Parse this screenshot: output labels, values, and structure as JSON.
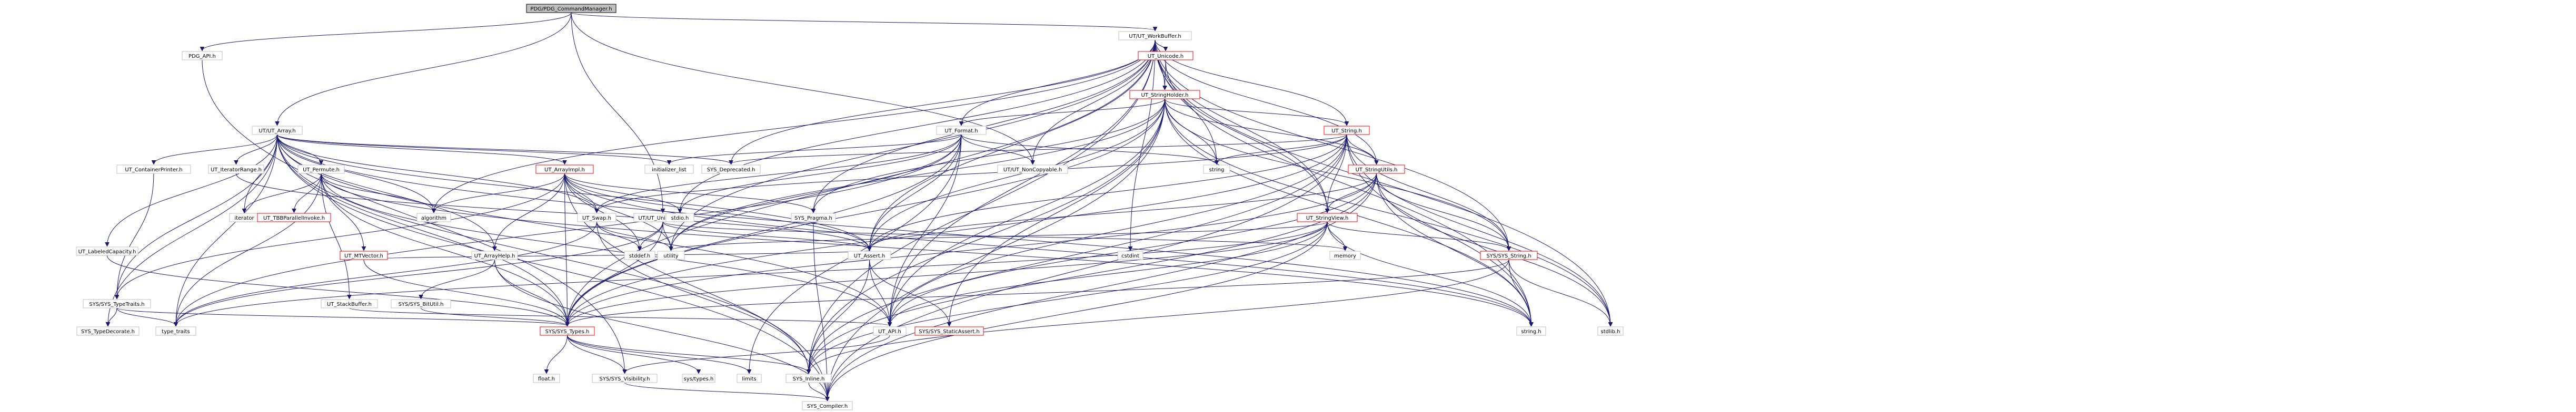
{
  "diagram": {
    "kind": "include-dependency-graph",
    "colors": {
      "root_fill": "#bfbfbf",
      "node_border": "#bfbfbf",
      "red_node_border": "#ff0000",
      "edge": "#191970"
    },
    "nodes": [
      {
        "id": "pdg_cm",
        "label": "PDG/PDG_CommandManager.h",
        "root": true
      },
      {
        "id": "pdg_api",
        "label": "PDG_API.h"
      },
      {
        "id": "ut_array",
        "label": "UT/UT_Array.h"
      },
      {
        "id": "ut_workbuffer",
        "label": "UT/UT_WorkBuffer.h"
      },
      {
        "id": "ut_unicode",
        "label": "UT_Unicode.h",
        "red": true
      },
      {
        "id": "ut_stringholder",
        "label": "UT_StringHolder.h",
        "red": true
      },
      {
        "id": "ut_format",
        "label": "UT_Format.h"
      },
      {
        "id": "ut_string",
        "label": "UT_String.h",
        "red": true
      },
      {
        "id": "ut_stringutils",
        "label": "UT_StringUtils.h",
        "red": true
      },
      {
        "id": "ut_stringview",
        "label": "UT_StringView.h",
        "red": true
      },
      {
        "id": "ut_noncopyable",
        "label": "UT/UT_NonCopyable.h"
      },
      {
        "id": "sys_deprecated",
        "label": "SYS_Deprecated.h"
      },
      {
        "id": "initializer_list",
        "label": "initializer_list"
      },
      {
        "id": "string",
        "label": "string"
      },
      {
        "id": "ut_containerprinter",
        "label": "UT_ContainerPrinter.h"
      },
      {
        "id": "ut_iteratorrange",
        "label": "UT_IteratorRange.h"
      },
      {
        "id": "ut_permute",
        "label": "UT_Permute.h"
      },
      {
        "id": "ut_arrayimpl",
        "label": "UT_ArrayImpl.h",
        "red": true
      },
      {
        "id": "ut_uniqueptr",
        "label": "UT/UT_UniquePtr.h"
      },
      {
        "id": "ut_labeledcapacity",
        "label": "UT_LabeledCapacity.h"
      },
      {
        "id": "iterator",
        "label": "iterator"
      },
      {
        "id": "ut_tbbparallelinvoke",
        "label": "UT_TBBParallelInvoke.h",
        "red": true
      },
      {
        "id": "ut_mtvector",
        "label": "UT_MTVector.h",
        "red": true
      },
      {
        "id": "algorithm",
        "label": "algorithm"
      },
      {
        "id": "ut_arrayhelp",
        "label": "UT_ArrayHelp.h"
      },
      {
        "id": "ut_swap",
        "label": "UT_Swap.h"
      },
      {
        "id": "stdio",
        "label": "stdio.h"
      },
      {
        "id": "sys_pragma",
        "label": "SYS_Pragma.h"
      },
      {
        "id": "ut_stackbuffer",
        "label": "UT_StackBuffer.h"
      },
      {
        "id": "sys_bitutil",
        "label": "SYS/SYS_BitUtil.h"
      },
      {
        "id": "stddef",
        "label": "stddef.h"
      },
      {
        "id": "utility",
        "label": "utility"
      },
      {
        "id": "ut_assert",
        "label": "UT_Assert.h"
      },
      {
        "id": "cstdint",
        "label": "cstdint"
      },
      {
        "id": "memory",
        "label": "memory"
      },
      {
        "id": "sys_string",
        "label": "SYS/SYS_String.h",
        "red": true
      },
      {
        "id": "sys_typetraits",
        "label": "SYS/SYS_TypeTraits.h"
      },
      {
        "id": "sys_typedecorate",
        "label": "SYS_TypeDecorate.h"
      },
      {
        "id": "type_traits",
        "label": "type_traits"
      },
      {
        "id": "sys_types",
        "label": "SYS/SYS_Types.h",
        "red": true
      },
      {
        "id": "ut_api",
        "label": "UT_API.h"
      },
      {
        "id": "sys_staticassert",
        "label": "SYS/SYS_StaticAssert.h",
        "red": true
      },
      {
        "id": "string_h",
        "label": "string.h"
      },
      {
        "id": "stdlib",
        "label": "stdlib.h"
      },
      {
        "id": "float",
        "label": "float.h"
      },
      {
        "id": "sys_visibility",
        "label": "SYS/SYS_Visibility.h"
      },
      {
        "id": "systypes",
        "label": "sys/types.h"
      },
      {
        "id": "limits",
        "label": "limits"
      },
      {
        "id": "sys_inline",
        "label": "SYS_Inline.h"
      },
      {
        "id": "sys_compiler",
        "label": "SYS_Compiler.h"
      }
    ],
    "edges": [
      [
        "pdg_cm",
        "pdg_api"
      ],
      [
        "pdg_cm",
        "ut_array"
      ],
      [
        "pdg_cm",
        "ut_workbuffer"
      ],
      [
        "pdg_cm",
        "ut_uniqueptr"
      ],
      [
        "pdg_cm",
        "ut_noncopyable"
      ],
      [
        "pdg_api",
        "sys_visibility"
      ],
      [
        "ut_array",
        "ut_api"
      ],
      [
        "ut_array",
        "ut_arrayhelp"
      ],
      [
        "ut_array",
        "ut_assert"
      ],
      [
        "ut_array",
        "ut_containerprinter"
      ],
      [
        "ut_array",
        "ut_iteratorrange"
      ],
      [
        "ut_array",
        "ut_labeledcapacity"
      ],
      [
        "ut_array",
        "ut_permute"
      ],
      [
        "ut_array",
        "sys_compiler"
      ],
      [
        "ut_array",
        "sys_deprecated"
      ],
      [
        "ut_array",
        "sys_inline"
      ],
      [
        "ut_array",
        "sys_types"
      ],
      [
        "ut_array",
        "sys_typetraits"
      ],
      [
        "ut_array",
        "sys_typedecorate"
      ],
      [
        "ut_array",
        "algorithm"
      ],
      [
        "ut_array",
        "initializer_list"
      ],
      [
        "ut_array",
        "iterator"
      ],
      [
        "ut_array",
        "type_traits"
      ],
      [
        "ut_array",
        "string_h"
      ],
      [
        "ut_array",
        "ut_arrayimpl"
      ],
      [
        "ut_array",
        "ut_swap"
      ],
      [
        "ut_workbuffer",
        "ut_api"
      ],
      [
        "ut_workbuffer",
        "ut_assert"
      ],
      [
        "ut_workbuffer",
        "ut_format"
      ],
      [
        "ut_workbuffer",
        "ut_noncopyable"
      ],
      [
        "ut_workbuffer",
        "ut_string"
      ],
      [
        "ut_workbuffer",
        "ut_stringholder"
      ],
      [
        "ut_workbuffer",
        "ut_stringutils"
      ],
      [
        "ut_workbuffer",
        "ut_unicode"
      ],
      [
        "ut_workbuffer",
        "ut_stringview"
      ],
      [
        "ut_workbuffer",
        "sys_deprecated"
      ],
      [
        "ut_workbuffer",
        "sys_inline"
      ],
      [
        "ut_workbuffer",
        "sys_pragma"
      ],
      [
        "ut_workbuffer",
        "sys_string"
      ],
      [
        "ut_workbuffer",
        "sys_types"
      ],
      [
        "ut_workbuffer",
        "algorithm"
      ],
      [
        "ut_workbuffer",
        "cstdint"
      ],
      [
        "ut_workbuffer",
        "string"
      ],
      [
        "ut_workbuffer",
        "stdarg"
      ],
      [
        "ut_workbuffer",
        "stdio"
      ],
      [
        "ut_workbuffer",
        "string_h"
      ],
      [
        "ut_workbuffer",
        "utility"
      ],
      [
        "ut_workbuffer",
        "stdlib"
      ],
      [
        "ut_unicode",
        "ut_stringholder"
      ],
      [
        "ut_unicode",
        "ut_stringview"
      ],
      [
        "ut_stringholder",
        "ut_api"
      ],
      [
        "ut_stringholder",
        "ut_assert"
      ],
      [
        "ut_stringholder",
        "ut_format"
      ],
      [
        "ut_stringholder",
        "ut_string"
      ],
      [
        "ut_stringholder",
        "ut_stringutils"
      ],
      [
        "ut_stringholder",
        "sys_compiler"
      ],
      [
        "ut_stringholder",
        "sys_pragma"
      ],
      [
        "ut_stringholder",
        "sys_staticassert"
      ],
      [
        "ut_stringholder",
        "sys_string"
      ],
      [
        "ut_stringholder",
        "sys_types"
      ],
      [
        "ut_stringholder",
        "functional"
      ],
      [
        "ut_stringholder",
        "iosfwd"
      ],
      [
        "ut_stringholder",
        "string"
      ],
      [
        "ut_stringholder",
        "stdlib"
      ],
      [
        "ut_stringholder",
        "string_h"
      ],
      [
        "ut_stringholder",
        "utility"
      ],
      [
        "ut_stringholder",
        "sys_inline"
      ],
      [
        "ut_format",
        "ut_api"
      ],
      [
        "ut_format",
        "ut_assert"
      ],
      [
        "ut_format",
        "ut_noncopyable"
      ],
      [
        "ut_format",
        "sys_types"
      ],
      [
        "ut_format",
        "initializer_list"
      ],
      [
        "ut_format",
        "iosfwd"
      ],
      [
        "ut_format",
        "limits"
      ],
      [
        "ut_format",
        "string"
      ],
      [
        "ut_format",
        "type_traits"
      ],
      [
        "ut_format",
        "utility"
      ],
      [
        "ut_format",
        "ut_swap"
      ],
      [
        "ut_format",
        "stdio"
      ],
      [
        "ut_string",
        "ut_api"
      ],
      [
        "ut_string",
        "ut_assert"
      ],
      [
        "ut_string",
        "ut_stringutils"
      ],
      [
        "ut_string",
        "sys_compiler"
      ],
      [
        "ut_string",
        "sys_deprecated"
      ],
      [
        "ut_string",
        "sys_inline"
      ],
      [
        "ut_string",
        "sys_string"
      ],
      [
        "ut_string",
        "sys_types"
      ],
      [
        "ut_string",
        "ut_stringview"
      ],
      [
        "ut_string",
        "iosfwd"
      ],
      [
        "ut_string",
        "string"
      ],
      [
        "ut_string",
        "stdlib"
      ],
      [
        "ut_string",
        "string_h"
      ],
      [
        "ut_string",
        "ut_swap"
      ],
      [
        "ut_stringutils",
        "ut_api"
      ],
      [
        "ut_stringutils",
        "ut_assert"
      ],
      [
        "ut_stringutils",
        "sys_compiler"
      ],
      [
        "ut_stringutils",
        "sys_inline"
      ],
      [
        "ut_stringutils",
        "sys_string"
      ],
      [
        "ut_stringutils",
        "sys_types"
      ],
      [
        "ut_stringutils",
        "ut_stringview"
      ],
      [
        "ut_stringutils",
        "string_h"
      ],
      [
        "ut_stringutils",
        "stdlib"
      ],
      [
        "ut_stringview",
        "ut_api"
      ],
      [
        "ut_stringview",
        "sys_compiler"
      ],
      [
        "ut_stringview",
        "sys_inline"
      ],
      [
        "ut_stringview",
        "sys_string"
      ],
      [
        "ut_stringview",
        "sys_types"
      ],
      [
        "ut_stringview",
        "iosfwd"
      ],
      [
        "ut_stringview",
        "memory"
      ],
      [
        "ut_stringview",
        "string_h"
      ],
      [
        "ut_stringview",
        "type_traits"
      ],
      [
        "ut_stringview",
        "utility"
      ],
      [
        "ut_containerprinter",
        "sys_typetraits"
      ],
      [
        "ut_iteratorrange",
        "ut_assert"
      ],
      [
        "ut_permute",
        "ut_api"
      ],
      [
        "ut_permute",
        "ut_mtvector"
      ],
      [
        "ut_permute",
        "ut_stackbuffer"
      ],
      [
        "ut_permute",
        "ut_tbbparallelinvoke"
      ],
      [
        "ut_permute",
        "sys_types"
      ],
      [
        "ut_permute",
        "algorithm"
      ],
      [
        "ut_permute",
        "iterator"
      ],
      [
        "ut_permute",
        "type_traits"
      ],
      [
        "ut_permute",
        "string_h"
      ],
      [
        "ut_arrayimpl",
        "ut_arrayhelp"
      ],
      [
        "ut_arrayimpl",
        "ut_assert"
      ],
      [
        "ut_arrayimpl",
        "ut_swap"
      ],
      [
        "ut_arrayimpl",
        "sys_compiler"
      ],
      [
        "ut_arrayimpl",
        "sys_pragma"
      ],
      [
        "ut_arrayimpl",
        "sys_types"
      ],
      [
        "ut_arrayimpl",
        "algorithm"
      ],
      [
        "ut_arrayimpl",
        "stdio"
      ],
      [
        "ut_arrayimpl",
        "string_h"
      ],
      [
        "ut_arrayimpl",
        "stddef"
      ],
      [
        "ut_arrayimpl",
        "utility"
      ],
      [
        "ut_arrayimpl",
        "sys_typetraits"
      ],
      [
        "ut_uniqueptr",
        "ut_assert"
      ],
      [
        "ut_uniqueptr",
        "sys_types"
      ],
      [
        "ut_uniqueptr",
        "memory"
      ],
      [
        "ut_uniqueptr",
        "stddef"
      ],
      [
        "ut_uniqueptr",
        "type_traits"
      ],
      [
        "ut_uniqueptr",
        "utility"
      ],
      [
        "ut_labeledcapacity",
        "sys_types"
      ],
      [
        "ut_mtvector",
        "ut_assert"
      ],
      [
        "ut_mtvector",
        "sys_types"
      ],
      [
        "ut_arrayhelp",
        "sys_bitutil"
      ],
      [
        "ut_arrayhelp",
        "sys_types"
      ],
      [
        "ut_arrayhelp",
        "sys_compiler"
      ],
      [
        "ut_swap",
        "sys_inline"
      ],
      [
        "ut_swap",
        "stddef"
      ],
      [
        "ut_swap",
        "utility"
      ],
      [
        "ut_swap",
        "type_traits"
      ],
      [
        "ut_stackbuffer",
        "ut_api"
      ],
      [
        "sys_bitutil",
        "sys_types"
      ],
      [
        "ut_assert",
        "ut_api"
      ],
      [
        "ut_assert",
        "sys_inline"
      ],
      [
        "ut_assert",
        "sys_staticassert"
      ],
      [
        "sys_string",
        "sys_inline"
      ],
      [
        "sys_string",
        "sys_types"
      ],
      [
        "sys_string",
        "string_h"
      ],
      [
        "sys_string",
        "stdlib"
      ],
      [
        "sys_typetraits",
        "sys_typedecorate"
      ],
      [
        "sys_typetraits",
        "sys_types"
      ],
      [
        "sys_typetraits",
        "type_traits"
      ],
      [
        "sys_types",
        "sys_inline"
      ],
      [
        "sys_types",
        "sys_visibility"
      ],
      [
        "sys_types",
        "float"
      ],
      [
        "sys_types",
        "limits"
      ],
      [
        "sys_types",
        "systypes"
      ],
      [
        "ut_api",
        "sys_visibility"
      ],
      [
        "sys_inline",
        "sys_compiler"
      ],
      [
        "sys_visibility",
        "sys_compiler"
      ],
      [
        "sys_pragma",
        "sys_compiler"
      ]
    ]
  }
}
